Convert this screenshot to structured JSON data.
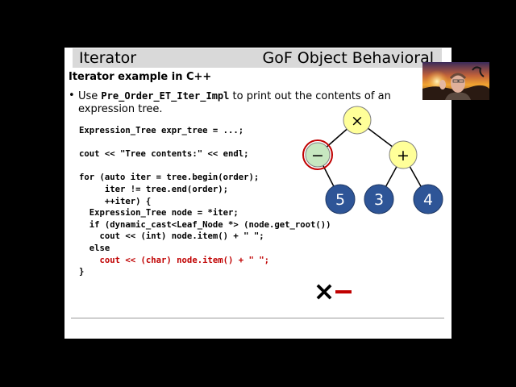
{
  "slide": {
    "title_left": "Iterator",
    "title_right": "GoF Object Behavioral",
    "subtitle": "Iterator example in C++",
    "bullet": {
      "marker": "•",
      "prefix": "Use ",
      "code": "Pre_Order_ET_Iter_Impl",
      "suffix": " to print out the contents of an expression tree."
    },
    "code_lines": [
      "Expression_Tree expr_tree = ...;",
      "",
      "cout << \"Tree contents:\" << endl;",
      "",
      "for (auto iter = tree.begin(order);",
      "     iter != tree.end(order);",
      "     ++iter) {",
      "  Expression_Tree node = *iter;",
      "  if (dynamic_cast<Leaf_Node *> (node.get_root())",
      "    cout << (int) node.item() + \" \";",
      "  else",
      "    cout << (char) node.item() + \" \";",
      "}"
    ],
    "highlighted_line_index": 11,
    "highlight_color": "#c00000",
    "tree": {
      "root": "×",
      "left": "−",
      "right": "+",
      "leaf_left": "5",
      "leaf_mid": "3",
      "leaf_right": "4",
      "colors": {
        "operator_fill": "#ffff99",
        "operand_fill": "#2e5597",
        "highlight_fill": "#c7e7c0",
        "highlight_ring": "#c00000"
      }
    },
    "output_mark": {
      "symbol": "×",
      "dash_color": "#c00000"
    }
  },
  "webcam": {
    "icon": "presenter-video"
  }
}
